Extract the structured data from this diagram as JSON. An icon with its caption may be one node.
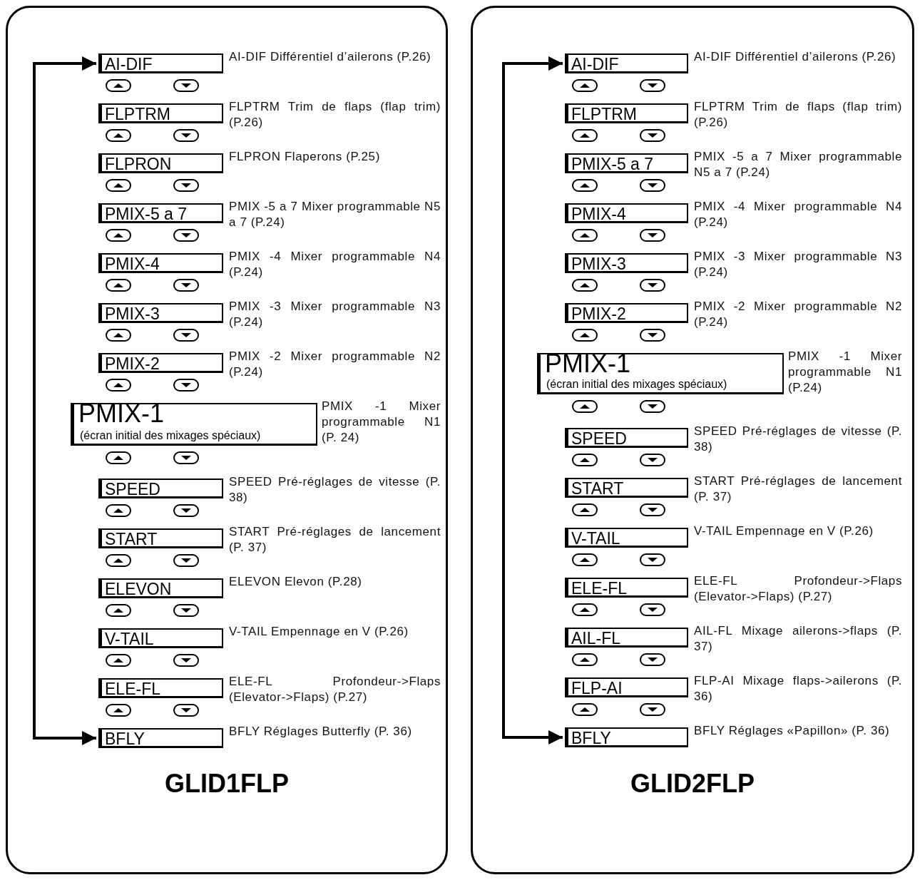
{
  "diagram": {
    "nodes": [
      {
        "text": [
          "GLID1FLP"
        ]
      },
      {
        "text": [
          "AI-DIF"
        ],
        "in": 0,
        "beside": [
          "AI-DIF Différentiel d’ailerons (P.26)"
        ]
      },
      {
        "text": [
          "FLPTRM"
        ],
        "in": 0,
        "beside": [
          "FLPTRM Trim de flaps (flap trim) (P.26)"
        ]
      },
      {
        "text": [
          "FLPRON"
        ],
        "in": 0,
        "beside": [
          "FLPRON Flaperons (P.25)"
        ]
      },
      {
        "text": [
          "PMIX-5 a 7"
        ],
        "in": 0,
        "beside": [
          "PMIX -5 a 7 Mixer programmable N5 a 7 (P.24)"
        ]
      },
      {
        "text": [
          "PMIX-4"
        ],
        "in": 0,
        "beside": [
          "PMIX -4 Mixer programmable N4 (P.24)"
        ]
      },
      {
        "text": [
          "PMIX-3"
        ],
        "in": 0,
        "beside": [
          "PMIX -3 Mixer programmable N3 (P.24)"
        ]
      },
      {
        "text": [
          "PMIX-2"
        ],
        "in": 0,
        "beside": [
          "PMIX -2 Mixer programmable N2 (P.24)"
        ]
      },
      {
        "text": [
          "PMIX-1",
          "(écran initial des mixages spéciaux)"
        ],
        "in": 0,
        "beside": [
          "PMIX -1 Mixer programmable N1 (P. 24)"
        ]
      },
      {
        "text": [
          "SPEED"
        ],
        "in": 0,
        "beside": [
          "SPEED Pré-réglages de vitesse (P. 38)"
        ]
      },
      {
        "text": [
          "START"
        ],
        "in": 0,
        "beside": [
          "START Pré-réglages de lancement (P. 37)"
        ]
      },
      {
        "text": [
          "ELEVON"
        ],
        "in": 0,
        "beside": [
          "ELEVON Elevon (P.28)"
        ]
      },
      {
        "text": [
          "V-TAIL"
        ],
        "in": 0,
        "beside": [
          "V-TAIL Empennage en V (P.26)"
        ]
      },
      {
        "text": [
          "ELE-FL"
        ],
        "in": 0,
        "beside": [
          "ELE-FL Profondeur->Flaps (Elevator->Flaps) (P.27)"
        ]
      },
      {
        "text": [
          "BFLY"
        ],
        "in": 0,
        "beside": [
          "BFLY Réglages Butterfly (P. 36)"
        ]
      },
      {
        "text": [
          "GLID2FLP"
        ]
      },
      {
        "text": [
          "AI-DIF"
        ],
        "in": 15,
        "beside": [
          "AI-DIF Différentiel d’ailerons (P.26)"
        ]
      },
      {
        "text": [
          "FLPTRM"
        ],
        "in": 15,
        "beside": [
          "FLPTRM Trim de flaps (flap trim) (P.26)"
        ]
      },
      {
        "text": [
          "PMIX-5 a 7"
        ],
        "in": 15,
        "beside": [
          "PMIX -5 a 7 Mixer programmable N5 a 7 (P.24)"
        ]
      },
      {
        "text": [
          "PMIX-4"
        ],
        "in": 15,
        "beside": [
          "PMIX -4 Mixer programmable N4 (P.24)"
        ]
      },
      {
        "text": [
          "PMIX-3"
        ],
        "in": 15,
        "beside": [
          "PMIX -3 Mixer programmable N3 (P.24)"
        ]
      },
      {
        "text": [
          "PMIX-2"
        ],
        "in": 15,
        "beside": [
          "PMIX -2 Mixer programmable N2 (P.24)"
        ]
      },
      {
        "text": [
          "PMIX-1",
          "(écran initial des mixages spéciaux)"
        ],
        "in": 15,
        "beside": [
          "PMIX -1 Mixer programmable N1 (P.24)"
        ]
      },
      {
        "text": [
          "SPEED"
        ],
        "in": 15,
        "beside": [
          "SPEED Pré-réglages de vitesse (P. 38)"
        ]
      },
      {
        "text": [
          "START"
        ],
        "in": 15,
        "beside": [
          "START Pré-réglages de lancement (P. 37)"
        ]
      },
      {
        "text": [
          "V-TAIL"
        ],
        "in": 15,
        "beside": [
          "V-TAIL Empennage en V (P.26)"
        ]
      },
      {
        "text": [
          "ELE-FL"
        ],
        "in": 15,
        "beside": [
          "ELE-FL Profondeur->Flaps (Elevator->Flaps) (P.27)"
        ]
      },
      {
        "text": [
          "AIL-FL"
        ],
        "in": 15,
        "beside": [
          "AIL-FL Mixage ailerons->flaps (P. 37)"
        ]
      },
      {
        "text": [
          "FLP-AI"
        ],
        "in": 15,
        "beside": [
          "FLP-AI Mixage flaps->ailerons (P. 36)"
        ]
      },
      {
        "text": [
          "BFLY"
        ],
        "in": 15,
        "beside": [
          "BFLY Réglages «Papillon» (P. 36)"
        ]
      }
    ],
    "edges": [
      {
        "from": 14,
        "to": 1,
        "arrow": "both"
      },
      {
        "from": 29,
        "to": 16,
        "arrow": "both"
      }
    ]
  }
}
